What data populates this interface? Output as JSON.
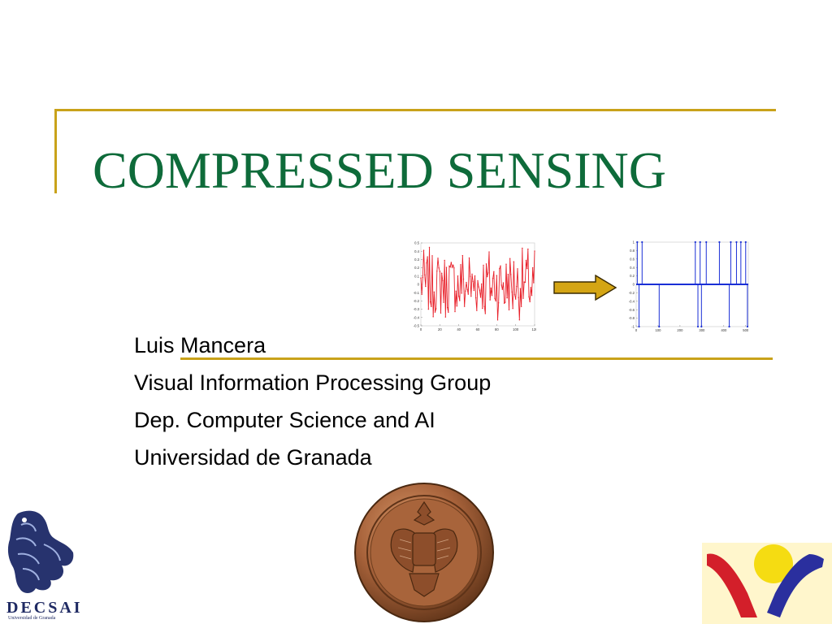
{
  "slide": {
    "title": "COMPRESSED SENSING",
    "author_lines": [
      "Luis Mancera",
      "Visual Information Processing Group",
      "Dep. Computer Science and AI",
      "Universidad de Granada"
    ],
    "accent_color": "#c9a21a",
    "title_color": "#0e6b3a"
  },
  "logos": {
    "decsai_name": "DECSAI",
    "decsai_subtitle": "Universidad de Granada"
  },
  "chart_data": [
    {
      "type": "line",
      "color": "#e8202a",
      "x_ticks": [
        0,
        20,
        40,
        60,
        80,
        100,
        120
      ],
      "y_ticks": [
        0.5,
        0.4,
        0.3,
        0.2,
        0.1,
        0,
        -0.1,
        -0.2,
        -0.3,
        -0.4,
        -0.5
      ],
      "xlim": [
        0,
        120
      ],
      "ylim": [
        -0.5,
        0.5
      ],
      "grid": false
    },
    {
      "type": "line",
      "color": "#1a2fd6",
      "x_ticks": [
        0,
        100,
        200,
        300,
        400,
        500
      ],
      "y_ticks": [
        1,
        0.8,
        0.6,
        0.4,
        0.2,
        0,
        -0.2,
        -0.4,
        -0.6,
        -0.8,
        -1
      ],
      "xlim": [
        0,
        512
      ],
      "ylim": [
        -1,
        1
      ],
      "spikes": [
        {
          "x": 5,
          "y": 1
        },
        {
          "x": 13,
          "y": -1
        },
        {
          "x": 27,
          "y": 1
        },
        {
          "x": 105,
          "y": -1
        },
        {
          "x": 270,
          "y": 1
        },
        {
          "x": 282,
          "y": -1
        },
        {
          "x": 292,
          "y": 1
        },
        {
          "x": 298,
          "y": -1
        },
        {
          "x": 320,
          "y": 1
        },
        {
          "x": 380,
          "y": 1
        },
        {
          "x": 425,
          "y": -1
        },
        {
          "x": 432,
          "y": 1
        },
        {
          "x": 458,
          "y": 1
        },
        {
          "x": 478,
          "y": 1
        },
        {
          "x": 500,
          "y": 1
        },
        {
          "x": 508,
          "y": -1
        }
      ],
      "grid": false
    }
  ]
}
